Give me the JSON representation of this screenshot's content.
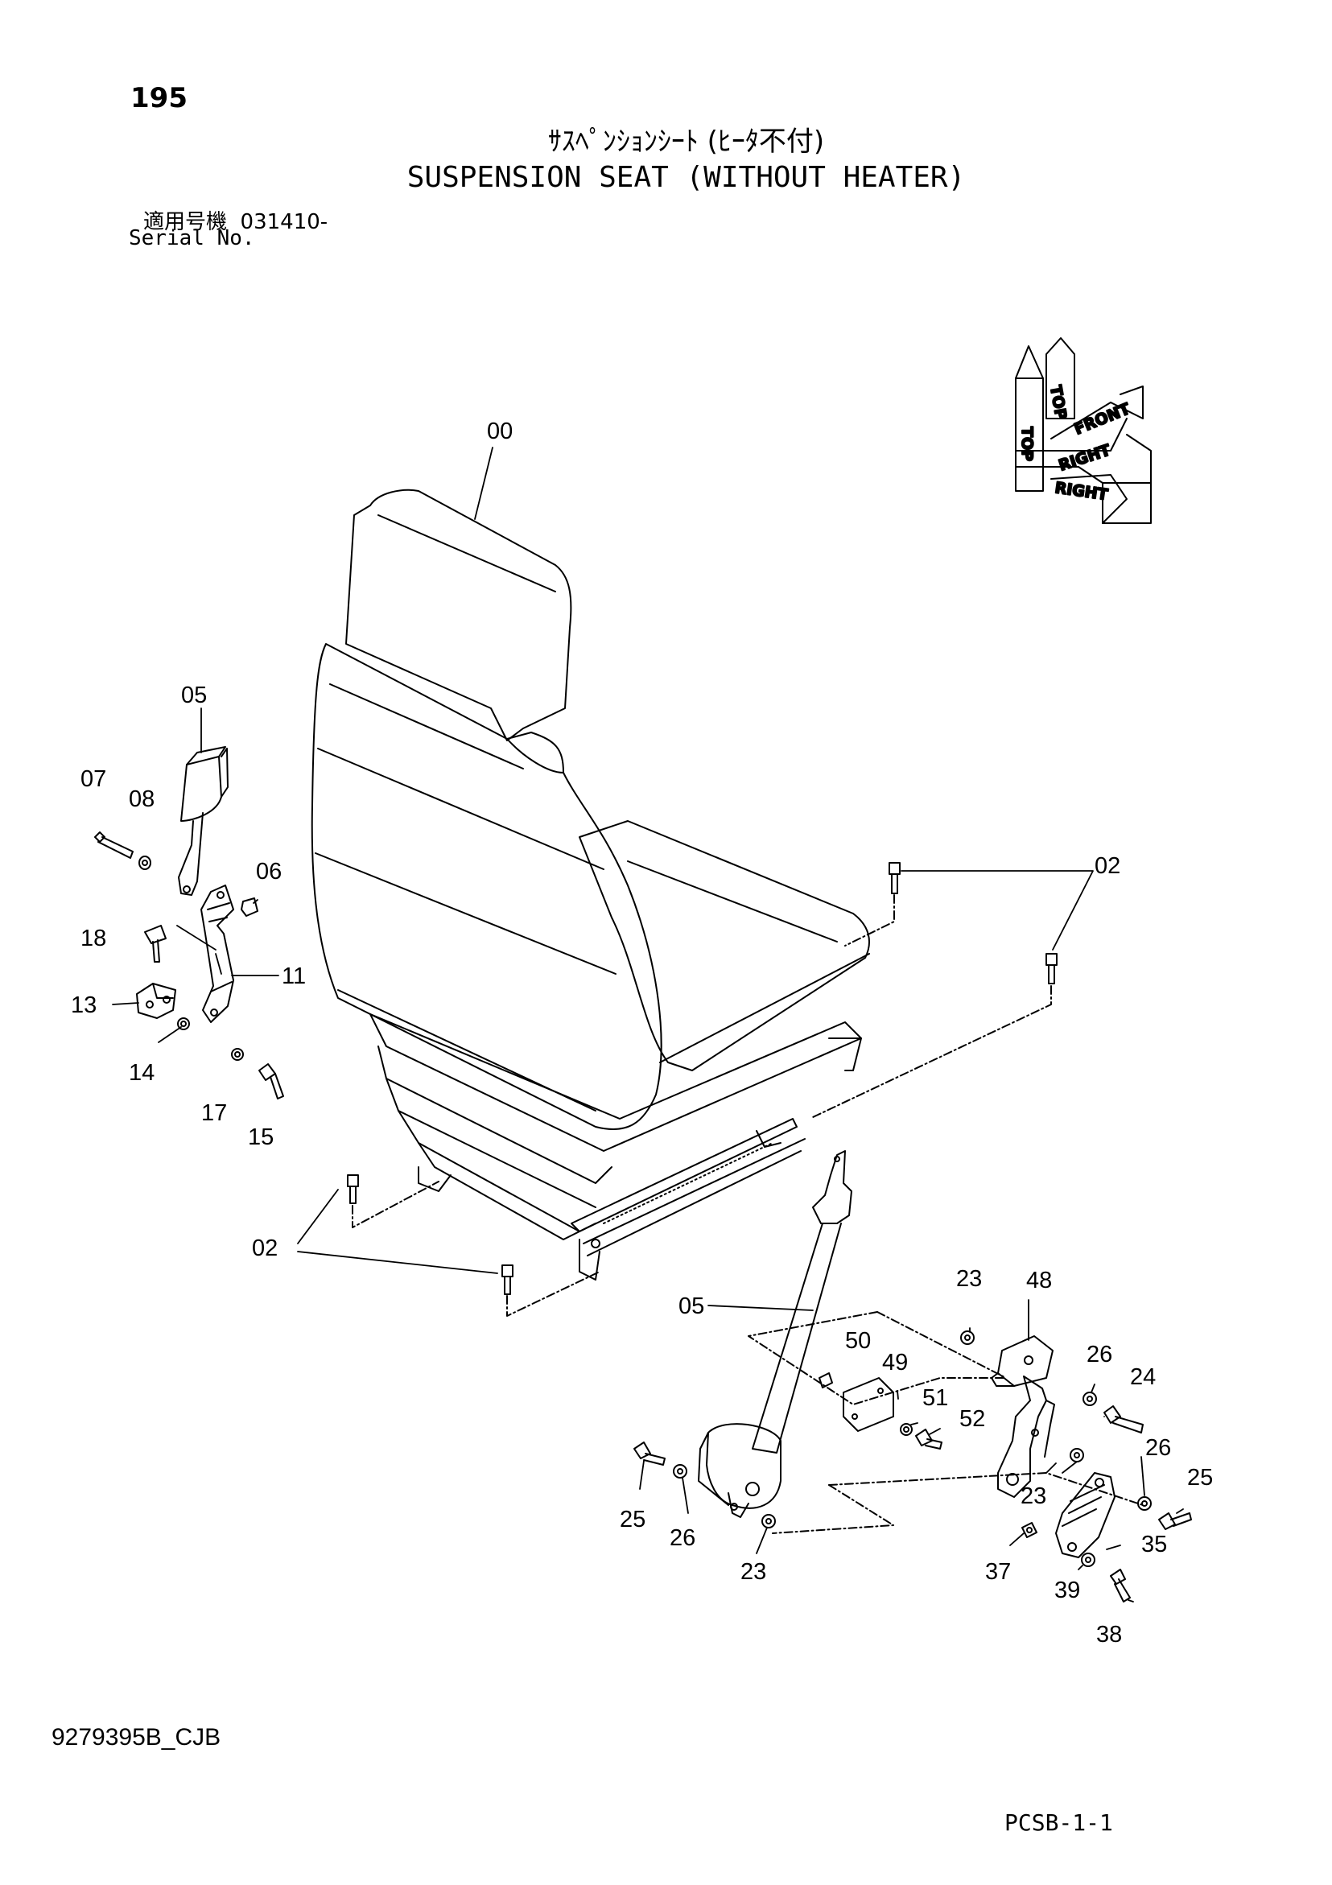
{
  "header": {
    "page_number": "195",
    "title_jp": "ｻｽﾍﾟﾝｼｮﾝｼｰﾄ (ﾋｰﾀ不付)",
    "title_en": "SUSPENSION SEAT (WITHOUT HEATER)",
    "serial_label_jp": "適用号機",
    "serial_value": "031410-",
    "serial_label_en": "Serial No."
  },
  "orientation": {
    "top": "TOP",
    "front": "FRONT",
    "right": "RIGHT"
  },
  "callouts": [
    {
      "id": "c00",
      "label": "00"
    },
    {
      "id": "c05a",
      "label": "05"
    },
    {
      "id": "c07",
      "label": "07"
    },
    {
      "id": "c08",
      "label": "08"
    },
    {
      "id": "c06",
      "label": "06"
    },
    {
      "id": "c18",
      "label": "18"
    },
    {
      "id": "c11",
      "label": "11"
    },
    {
      "id": "c13",
      "label": "13"
    },
    {
      "id": "c14",
      "label": "14"
    },
    {
      "id": "c17",
      "label": "17"
    },
    {
      "id": "c15",
      "label": "15"
    },
    {
      "id": "c02a",
      "label": "02"
    },
    {
      "id": "c02b",
      "label": "02"
    },
    {
      "id": "c05b",
      "label": "05"
    },
    {
      "id": "c23a",
      "label": "23"
    },
    {
      "id": "c48",
      "label": "48"
    },
    {
      "id": "c50",
      "label": "50"
    },
    {
      "id": "c49",
      "label": "49"
    },
    {
      "id": "c51",
      "label": "51"
    },
    {
      "id": "c26a",
      "label": "26"
    },
    {
      "id": "c24",
      "label": "24"
    },
    {
      "id": "c52",
      "label": "52"
    },
    {
      "id": "c26b",
      "label": "26"
    },
    {
      "id": "c25a",
      "label": "25"
    },
    {
      "id": "c23b",
      "label": "23"
    },
    {
      "id": "c25b",
      "label": "25"
    },
    {
      "id": "c26c",
      "label": "26"
    },
    {
      "id": "c35",
      "label": "35"
    },
    {
      "id": "c37",
      "label": "37"
    },
    {
      "id": "c23c",
      "label": "23"
    },
    {
      "id": "c39",
      "label": "39"
    },
    {
      "id": "c38",
      "label": "38"
    }
  ],
  "footer": {
    "doc_code": "9279395B_CJB",
    "page_code": "PCSB-1-1"
  }
}
